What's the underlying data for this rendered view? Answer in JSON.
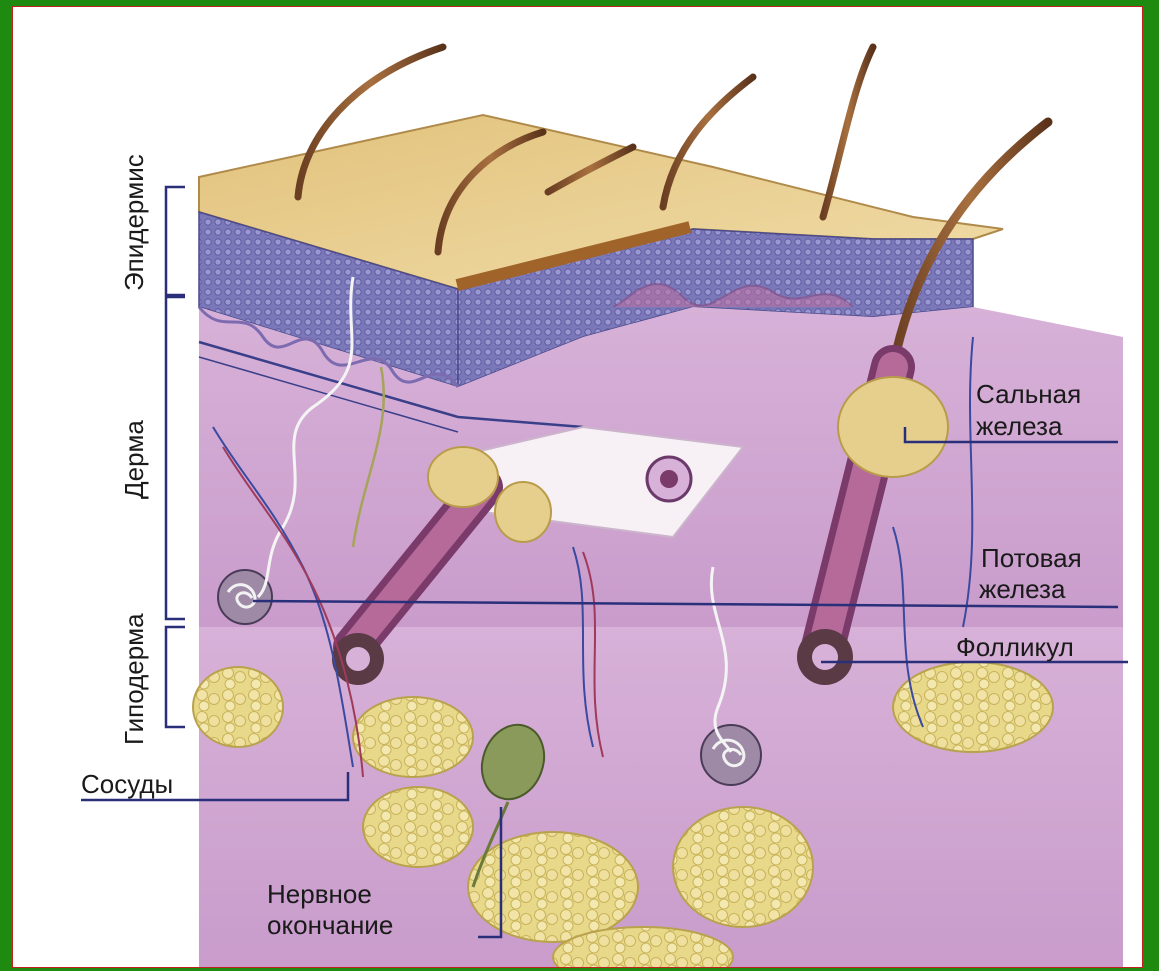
{
  "diagram": {
    "layer_labels": {
      "epidermis": "Эпидермис",
      "dermis": "Дерма",
      "hypodermis": "Гиподерма"
    },
    "callouts": {
      "sebaceous_gland_line1": "Сальная",
      "sebaceous_gland_line2": "железа",
      "sweat_gland_line1": "Потовая",
      "sweat_gland_line2": "железа",
      "follicle": "Фолликул",
      "vessels": "Сосуды",
      "nerve_ending_line1": "Нервное",
      "nerve_ending_line2": "окончание"
    }
  },
  "colors": {
    "frame_green": "#1f8a10",
    "leader_line": "#2a2f7a",
    "skin_surface": "#e6c98a",
    "dermis_pink": "#d9b2d8",
    "epidermis_blue": "#6f6fb0",
    "fat_yellow": "#e3d27a"
  }
}
